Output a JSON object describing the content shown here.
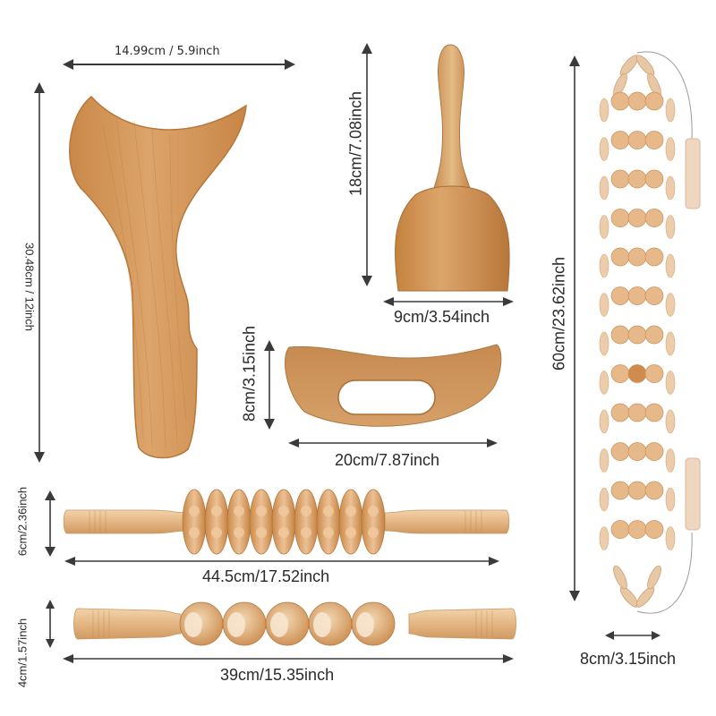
{
  "colors": {
    "background": "#ffffff",
    "arrow": "#3a3a3a",
    "wood_light": "#e8c49a",
    "wood_mid": "#d39a62",
    "wood_dark": "#b97a3e",
    "bead": "#e3b887",
    "handle_pale": "#f0d8c0"
  },
  "products": [
    {
      "id": "whale-tail-paddle",
      "name": "Y-shaped wood therapy paddle",
      "width_label": "14.99cm / 5.9inch",
      "height_label": "30.48cm / 12inch"
    },
    {
      "id": "swedish-cup",
      "name": "Wood massage cup",
      "height_label": "18cm/7.08inch",
      "width_label": "9cm/3.54inch"
    },
    {
      "id": "curved-board",
      "name": "Curved gua sha board with handle slot",
      "height_label": "8cm/3.15inch",
      "width_label": "20cm/7.87inch"
    },
    {
      "id": "roller-stick",
      "name": "9-wheel massage roller stick",
      "height_label": "6cm/2.36inch",
      "width_label": "44.5cm/17.52inch"
    },
    {
      "id": "ball-roller-stick",
      "name": "5-ball massage roller stick",
      "height_label": "4cm/1.57inch",
      "width_label": "39cm/15.35inch"
    },
    {
      "id": "back-rope-roller",
      "name": "Bead back massage rope",
      "height_label": "60cm/23.62inch",
      "width_label": "8cm/3.15inch"
    }
  ]
}
